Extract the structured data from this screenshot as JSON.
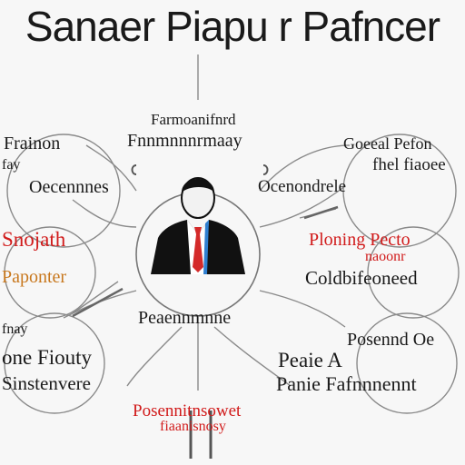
{
  "title": "Sanaer Piapu r Pafncer",
  "center": {
    "label": "Peaennmnne"
  },
  "nodes": {
    "top_header_1": "Farmoanifnrd",
    "top_header_2": "Fnnmnnnrmaay",
    "left_1": "Frainon",
    "left_2": "fay",
    "left_3": "Oecennnes",
    "left_red": "Snojath",
    "left_orange": "Paponter",
    "right_1": "Goeeal Pefon",
    "right_2": "fhel fiaoee",
    "right_3": "Ocenondrele",
    "right_red_1": "Ploning Pecto",
    "right_red_2": "naoonr",
    "right_4": "Coldbifeoneed",
    "bottom_left_1": "fnay",
    "bottom_left_2": "one Fiouty",
    "bottom_left_3": "Sinstenvere",
    "bottom_right_1": "Posennd Oe",
    "bottom_right_2": "Peaie A",
    "bottom_right_3": "Panie Fafnnnennt",
    "bottom_red_1": "Posennitnsowet",
    "bottom_red_2": "fiaanisnosy"
  },
  "colors": {
    "text": "#1a1a1a",
    "accent_red": "#d11b1b",
    "accent_orange": "#c8781e",
    "line": "#8a8a8a",
    "suit": "#111111",
    "tie": "#d42a2a",
    "shirt_stripe": "#2f7fd0"
  },
  "icons": [
    "businessman-icon",
    "pen-icon"
  ]
}
